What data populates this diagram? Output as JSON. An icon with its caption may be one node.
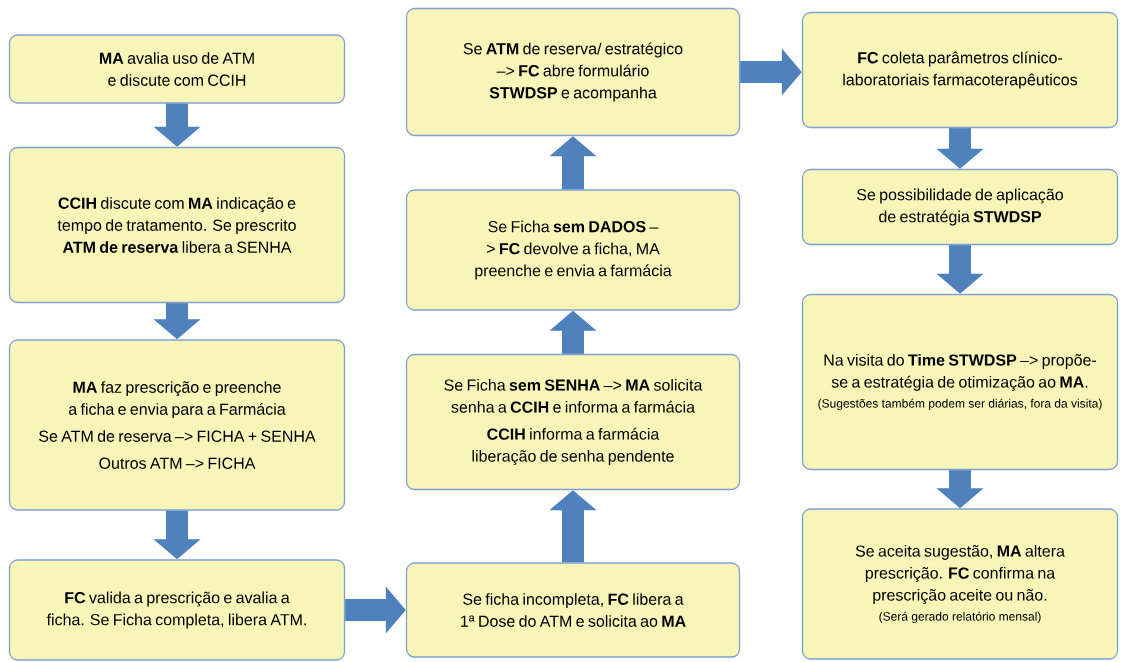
{
  "diagram": {
    "nodes": [
      {
        "text": [
          "**MA** avalia uso de ATM e discute com CCIH"
        ]
      },
      {
        "text": [
          "**CCIH** discute com **MA** indicação e tempo de tratamento. Se prescrito **ATM de reserva** libera a SENHA"
        ]
      },
      {
        "text": [
          "**MA** faz prescrição e preenche a ficha e envia para a Farmácia",
          "Se ATM de reserva –> FICHA + SENHA",
          "Outros ATM –> FICHA"
        ]
      },
      {
        "text": [
          "**FC** valida a prescrição e avalia a ficha. Se Ficha completa, libera ATM."
        ]
      },
      {
        "text": [
          "Se **ATM** de reserva/ estratégico –> **FC** abre formulário **STWDSP** e acompanha"
        ]
      },
      {
        "text": [
          "Se Ficha **sem DADOS** –> **FC** devolve a ficha, MA preenche e envia a farmácia"
        ]
      },
      {
        "text": [
          "Se Ficha **sem SENHA** –> **MA** solicita senha a **CCIH** e informa a farmácia",
          "**CCIH** informa a farmácia liberação de senha pendente"
        ]
      },
      {
        "text": [
          "Se ficha incompleta, **FC** libera a 1ª Dose do ATM e solicita ao **MA**"
        ]
      },
      {
        "text": [
          "**FC** coleta parâmetros clínico-laboratoriais farmacoterapêuticos"
        ]
      },
      {
        "text": [
          "Se possibilidade de aplicação de estratégia **STWDSP**"
        ]
      },
      {
        "text": [
          "Na visita do **Time STWDSP** –> propõe-se a estratégia de otimização ao **MA**.",
          "(Sugestões também podem ser diárias, fora da visita)"
        ]
      },
      {
        "text": [
          "Se aceita sugestão, **MA** altera prescrição. **FC** confirma na prescrição aceite ou não.",
          "(Será gerado relatório mensal)"
        ]
      }
    ],
    "edges": [
      {
        "from": 0,
        "to": 1,
        "arrow": "to"
      },
      {
        "from": 1,
        "to": 2,
        "arrow": "to"
      },
      {
        "from": 2,
        "to": 3,
        "arrow": "to"
      },
      {
        "from": 3,
        "to": 7,
        "arrow": "to"
      },
      {
        "from": 7,
        "to": 6,
        "arrow": "to"
      },
      {
        "from": 6,
        "to": 5,
        "arrow": "to"
      },
      {
        "from": 5,
        "to": 4,
        "arrow": "to"
      },
      {
        "from": 4,
        "to": 8,
        "arrow": "to"
      },
      {
        "from": 8,
        "to": 9,
        "arrow": "to"
      },
      {
        "from": 9,
        "to": 10,
        "arrow": "to"
      },
      {
        "from": 10,
        "to": 11,
        "arrow": "to"
      }
    ]
  }
}
